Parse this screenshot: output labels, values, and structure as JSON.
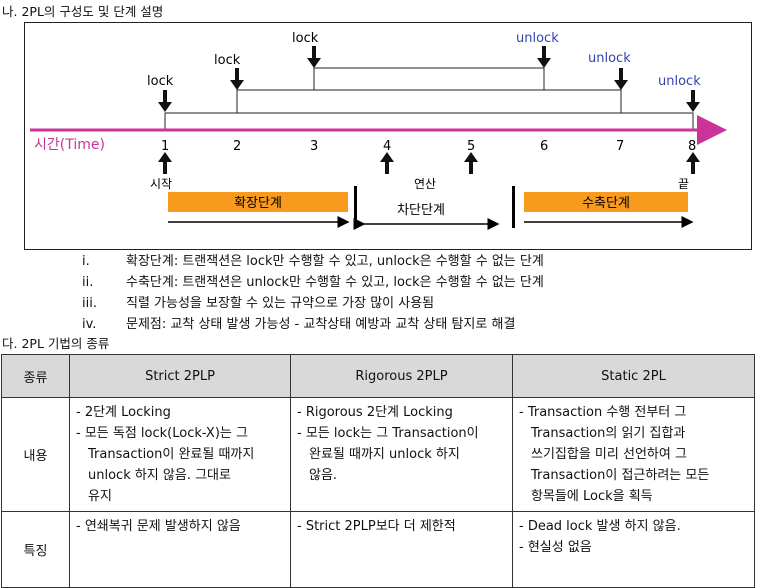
{
  "heading_na": "나. 2PL의 구성도 및 단계 설명",
  "diagram": {
    "lock_labels": [
      "lock",
      "lock",
      "lock"
    ],
    "unlock_labels": [
      "unlock",
      "unlock",
      "unlock"
    ],
    "time_label": "시간(Time)",
    "ticks": [
      "1",
      "2",
      "3",
      "4",
      "5",
      "6",
      "7",
      "8"
    ],
    "start_label": "시작",
    "op_label": "연산",
    "end_label": "끝",
    "phase_expand": "확장단계",
    "phase_block": "차단단계",
    "phase_shrink": "수축단계",
    "colors": {
      "time_axis": "#cc3399",
      "unlock_text": "#3344aa",
      "phase_fill": "#f79a1e"
    }
  },
  "list": [
    {
      "num": "i.",
      "text": "확장단계: 트랜잭션은 lock만 수행할 수 있고, unlock은 수행할 수 없는 단계"
    },
    {
      "num": "ii.",
      "text": "수축단계: 트랜잭션은 unlock만 수행할 수 있고, lock은 수행할 수 없는 단계"
    },
    {
      "num": "iii.",
      "text": "직렬 가능성을 보장할 수 있는 규약으로 가장 많이 사용됨"
    },
    {
      "num": "iv.",
      "text": "문제점: 교착 상태 발생 가능성 - 교착상태 예방과 교착 상태 탐지로 해결"
    }
  ],
  "heading_da": "다. 2PL 기법의 종류",
  "table": {
    "headers": [
      "종류",
      "Strict 2PLP",
      "Rigorous 2PLP",
      "Static 2PL"
    ],
    "rows": [
      {
        "label": "내용",
        "c1": [
          "- 2단계 Locking",
          "- 모든 독점 lock(Lock-X)는 그",
          "Transaction이 완료될 때까지",
          "unlock 하지 않음. 그대로",
          "유지"
        ],
        "c2": [
          "- Rigorous 2단계 Locking",
          "- 모든 lock는 그 Transaction이",
          "완료될 때까지 unlock 하지",
          "않음."
        ],
        "c3": [
          "-  Transaction 수행 전부터 그",
          "Transaction의 읽기 집합과",
          "쓰기집합을 미리 선언하여 그",
          "Transaction이 접근하려는 모든",
          "항목들에 Lock을 획득"
        ]
      },
      {
        "label": "특징",
        "c1": [
          "-  연쇄복귀 문제 발생하지 않음"
        ],
        "c2": [
          "- Strict 2PLP보다 더 제한적"
        ],
        "c3": [
          "-  Dead lock 발생 하지 않음.",
          "-  현실성 없음"
        ]
      }
    ]
  }
}
